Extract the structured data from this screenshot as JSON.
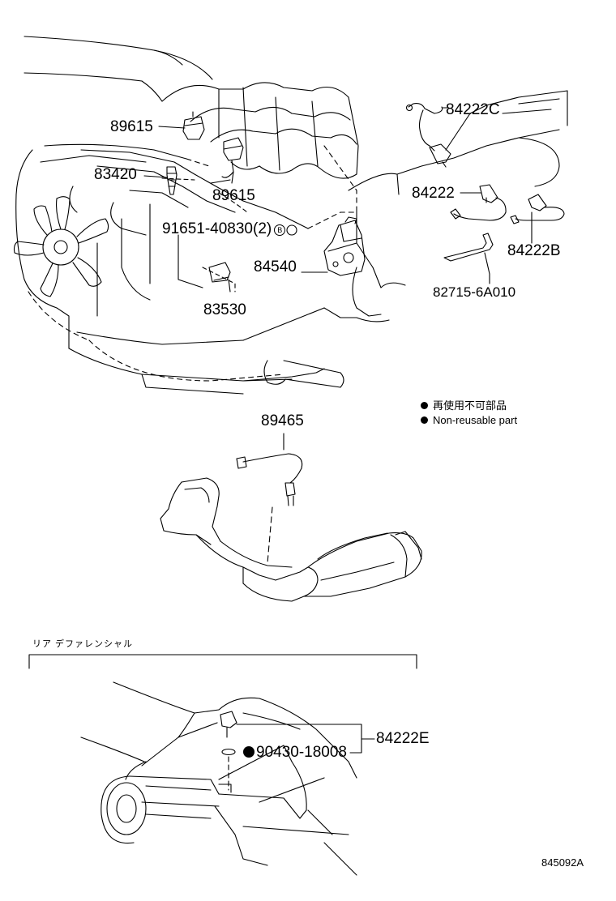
{
  "labels": {
    "p89615a": "89615",
    "p83420": "83420",
    "p89615b": "89615",
    "p91651": "91651-40830(2)",
    "p83530": "83530",
    "p84540": "84540",
    "p84222c": "84222C",
    "p84222": "84222",
    "p84222b": "84222B",
    "p82715": "82715-6A010",
    "p89465": "89465",
    "p90430": "90430-18008",
    "p84222e": "84222E"
  },
  "marks": {
    "b_symbol": "B"
  },
  "legend": {
    "jp": "再使用不可部品",
    "en": "Non-reusable part"
  },
  "section_title": "リア デファレンシャル",
  "diagram_id": "845092A"
}
